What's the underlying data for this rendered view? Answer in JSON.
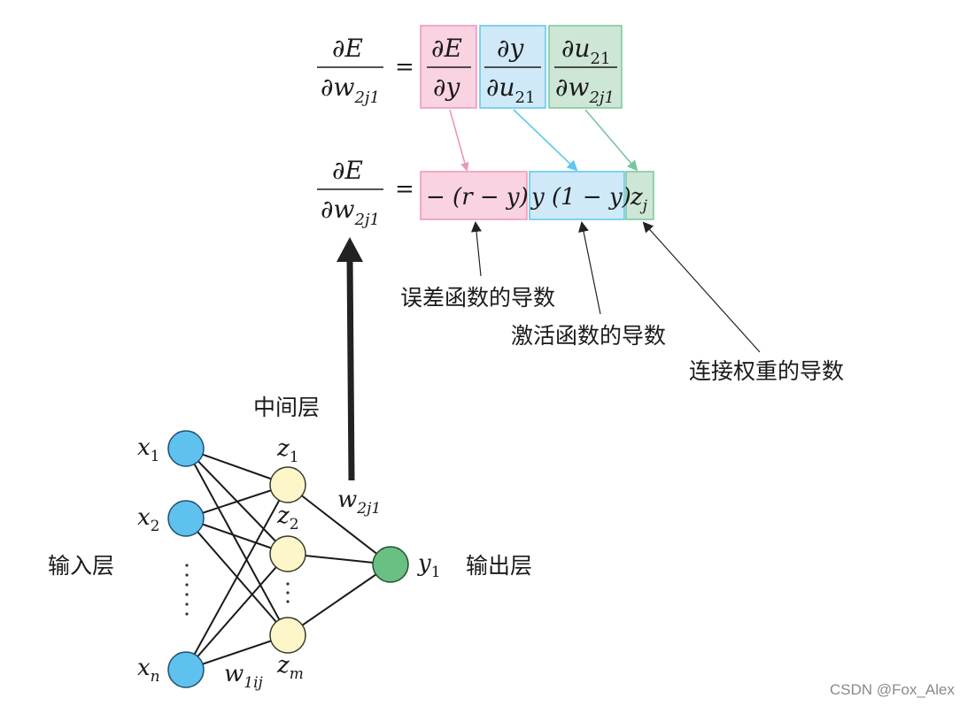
{
  "equation": {
    "top": {
      "lhs_num": "∂E",
      "lhs_den_w": "∂w",
      "lhs_den_sub": "2j1",
      "equals": "=",
      "term1_num": "∂E",
      "term1_den": "∂y",
      "term2_num": "∂y",
      "term2_den_u": "∂u",
      "term2_den_sub": "21",
      "term3_num_u": "∂u",
      "term3_num_sub": "21",
      "term3_den_w": "∂w",
      "term3_den_sub": "2j1"
    },
    "bottom": {
      "lhs_num": "∂E",
      "lhs_den_w": "∂w",
      "lhs_den_sub": "2j1",
      "equals": "=",
      "term1": "− (r − y)",
      "term2": "y (1 − y)",
      "term3_z": "z",
      "term3_sub": "j"
    }
  },
  "annotations": {
    "error_derivative": "误差函数的导数",
    "activation_derivative": "激活函数的导数",
    "weight_derivative": "连接权重的导数"
  },
  "network": {
    "hidden_layer_label": "中间层",
    "input_layer_label": "输入层",
    "output_layer_label": "输出层",
    "inputs": [
      {
        "base": "x",
        "sub": "1"
      },
      {
        "base": "x",
        "sub": "2"
      },
      {
        "base": "x",
        "sub": "n"
      }
    ],
    "hidden": [
      {
        "base": "z",
        "sub": "1"
      },
      {
        "base": "z",
        "sub": "2"
      },
      {
        "base": "z",
        "sub": "m"
      }
    ],
    "output": {
      "base": "y",
      "sub": "1"
    },
    "weight_hidden_output": {
      "base": "w",
      "sub": "2j1"
    },
    "weight_input_hidden": {
      "base": "w",
      "sub": "1ij"
    }
  },
  "colors": {
    "pink_fill": "#f9d3e2",
    "pink_stroke": "#ee95bb",
    "blue_fill": "#cfe9f8",
    "blue_stroke": "#5cc6ee",
    "green_fill": "#cde6d6",
    "green_stroke": "#78c79a",
    "input_node": "#5ec1ee",
    "hidden_node": "#fdf6c8",
    "output_node": "#6abf83"
  },
  "watermark": "CSDN @Fox_Alex"
}
